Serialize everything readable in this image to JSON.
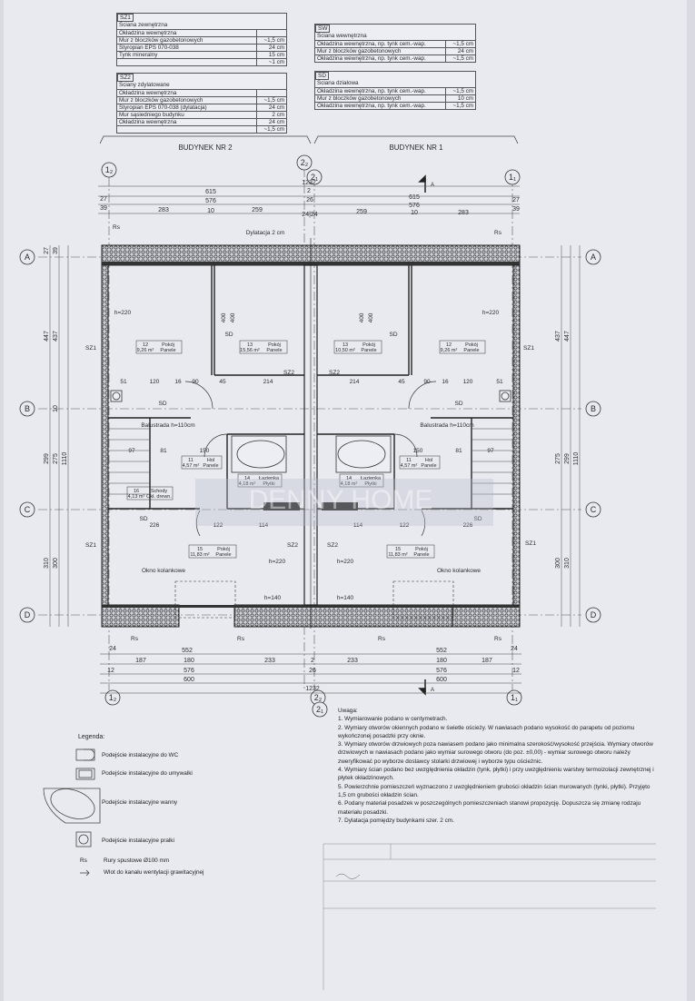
{
  "wall_types": [
    {
      "code": "SZ1",
      "title": "Ściana zewnętrzna",
      "layers": [
        {
          "name": "Okładzina wewnętrzna",
          "thickness": ""
        },
        {
          "name": "Mur z bloczków gazobetonowych",
          "thickness": "~1,5 cm"
        },
        {
          "name": "Styropian EPS 070-038",
          "thickness": "24 cm"
        },
        {
          "name": "Tynk mineralny",
          "thickness": "15 cm"
        },
        {
          "name": "",
          "thickness": "~1 cm"
        }
      ]
    },
    {
      "code": "SZ2",
      "title": "Ściany zdylatowane",
      "layers": [
        {
          "name": "Okładzina wewnętrzna",
          "thickness": ""
        },
        {
          "name": "Mur z bloczków gazobetonowych",
          "thickness": "~1,5 cm"
        },
        {
          "name": "Styropian EPS 070-038 (dylatacja)",
          "thickness": "24 cm"
        },
        {
          "name": "Mur sąsiedniego budynku",
          "thickness": "2 cm"
        },
        {
          "name": "Okładzina wewnętrzna",
          "thickness": "24 cm"
        },
        {
          "name": "",
          "thickness": "~1,5 cm"
        }
      ]
    },
    {
      "code": "SW",
      "title": "Ściana wewnętrzna",
      "layers": [
        {
          "name": "Okładzina wewnętrzna, np. tynk cem.-wap.",
          "thickness": "~1,5 cm"
        },
        {
          "name": "Mur z bloczków gazobetonowych",
          "thickness": "24 cm"
        },
        {
          "name": "Okładzina wewnętrzna, np. tynk cem.-wap.",
          "thickness": "~1,5 cm"
        }
      ]
    },
    {
      "code": "SD",
      "title": "Ściana działowa",
      "layers": [
        {
          "name": "Okładzina wewnętrzna, np. tynk cem.-wap.",
          "thickness": "~1,5 cm"
        },
        {
          "name": "Mur z bloczków gazobetonowych",
          "thickness": "10 cm"
        },
        {
          "name": "Okładzina wewnętrzna, np. tynk cem.-wap.",
          "thickness": "~1,5 cm"
        }
      ]
    }
  ],
  "buildings": {
    "left": "BUDYNEK NR 2",
    "right": "BUDYNEK NR 1"
  },
  "axes": {
    "a": "A",
    "b": "B",
    "c": "C",
    "d": "D",
    "x1l": "1₂",
    "x2l": "2₂",
    "x2r": "2₁",
    "x1r": "1₁",
    "section": "A"
  },
  "dims_top": {
    "total": "1232",
    "w615": "615",
    "w576": "576",
    "d283": "283",
    "d10": "10",
    "d259": "259",
    "e27": "27",
    "e39": "39",
    "m2": "2",
    "m26": "26",
    "m24": "24|24"
  },
  "dims_bottom": {
    "d552": "552",
    "d187": "187",
    "d180": "180",
    "d233": "233",
    "d576": "576",
    "d600": "600",
    "total": "1232",
    "e24": "24",
    "e12": "12",
    "m2": "2",
    "m26": "26"
  },
  "dims_side": {
    "d447": "447",
    "d437": "437",
    "d1110": "1110",
    "d299": "299",
    "d275": "275",
    "d310": "310",
    "d300": "300",
    "d10": "10",
    "d27": "27",
    "d39": "39"
  },
  "inner_dims": {
    "d51": "51",
    "d120": "120",
    "d16": "16",
    "d90": "90",
    "d45": "45",
    "d214": "214",
    "d97": "97",
    "d81": "81",
    "d150": "150",
    "d226": "226",
    "d122": "122",
    "d114": "114",
    "d400": "400"
  },
  "plan_labels": {
    "dylatacja": "Dylatacja 2 cm",
    "rs": "Rs",
    "sd": "SD",
    "sz1": "SZ1",
    "sz2": "SZ2",
    "balustrada": "Balustrada h=110cm",
    "okno": "Okno kolankowe",
    "h140": "h=140",
    "h220": "h=220"
  },
  "rooms": [
    {
      "no": "12",
      "area": "9,26 m²",
      "name": "Pokój",
      "floor": "Panele"
    },
    {
      "no": "13",
      "area": "15,56 m²",
      "name": "Pokój",
      "floor": "Panele"
    },
    {
      "no": "11",
      "area": "4,57 m²",
      "name": "Hol",
      "floor": "Panele"
    },
    {
      "no": "14",
      "area": "4,18 m²",
      "name": "Łazienka",
      "floor": "Płytki"
    },
    {
      "no": "16",
      "area": "4,13 m²",
      "name": "Schody",
      "floor": "Okł. drewn."
    },
    {
      "no": "15",
      "area": "11,83 m²",
      "name": "Pokój",
      "floor": "Panele"
    },
    {
      "no": "13",
      "area": "10,50 m²",
      "name": "Pokój",
      "floor": "Panele"
    }
  ],
  "watermark": "DENNY HOME",
  "notes": {
    "title": "Uwaga:",
    "items": [
      "1. Wymiarowanie podano w centymetrach.",
      "2. Wymiary otworów okiennych podano w świetle ościeży. W nawiasach podano wysokość do parapetu od poziomu wykończonej posadzki przy oknie.",
      "3. Wymiary otworów drzwiowych poza nawiasem podano jako minimalna szerokość/wysokość przejścia. Wymiary otworów drzwiowych w nawiasach podano jako wymiar surowego otworu (do poz. ±0,00) - wymiar surowego otworu należy zweryfikować po wyborze dostawcy stolarki drzwiowej i wyborze typu ościeżnic.",
      "4. Wymiary ścian podano bez uwzględnienia okładzin (tynk, płytki) i przy uwzględnieniu warstwy termoizolacji zewnętrznej i płytek okładzinowych.",
      "5. Powierzchnie pomieszczeń wyznaczono z uwzględnieniem grubości okładzin ścian murowanych (tynki, płytki). Przyjęto 1,5 cm grubości okładzin ścian.",
      "6. Podany materiał posadzek w poszczególnych pomieszczeniach stanowi propozycję. Dopuszcza się zmianę rodzaju materiału posadzki.",
      "7. Dylatacja pomiędzy budynkami szer. 2 cm."
    ]
  },
  "legend": {
    "title": "Legenda:",
    "wc": "Podejście instalacyjne do WC",
    "sink": "Podejście instalacyjne do umywalki",
    "bath": "Podejście instalacyjne wanny",
    "washer": "Podejście instalacyjne pralki",
    "rs_symbol": "Rs",
    "rs": "Rury spustowe Ø100 mm",
    "vent": "Wlot do kanału wentylacji grawitacyjnej"
  }
}
